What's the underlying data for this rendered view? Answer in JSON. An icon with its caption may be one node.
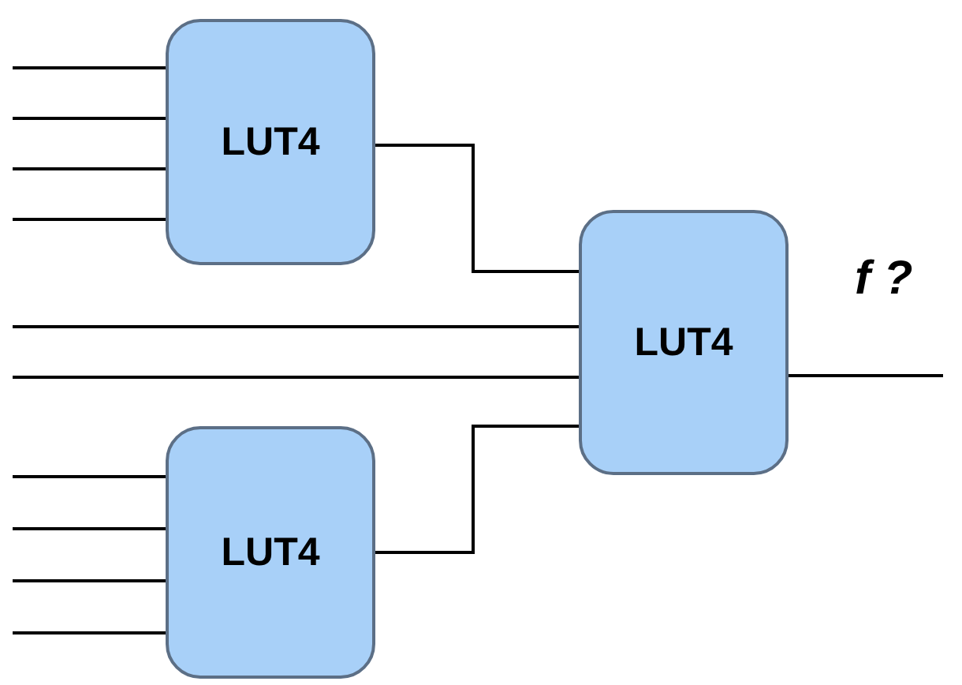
{
  "diagram": {
    "nodes": [
      {
        "text": [
          "LUT4"
        ]
      },
      {
        "text": [
          "LUT4"
        ]
      },
      {
        "text": [
          "LUT4"
        ]
      }
    ],
    "edges": [
      {
        "from": null,
        "to": 0,
        "arrow": "none"
      },
      {
        "from": null,
        "to": 0,
        "arrow": "none"
      },
      {
        "from": null,
        "to": 0,
        "arrow": "none"
      },
      {
        "from": null,
        "to": 0,
        "arrow": "none"
      },
      {
        "from": 0,
        "to": 1,
        "arrow": "none"
      },
      {
        "from": null,
        "to": 1,
        "arrow": "none"
      },
      {
        "from": null,
        "to": 1,
        "arrow": "none"
      },
      {
        "from": null,
        "to": 2,
        "arrow": "none"
      },
      {
        "from": null,
        "to": 2,
        "arrow": "none"
      },
      {
        "from": null,
        "to": 2,
        "arrow": "none"
      },
      {
        "from": null,
        "to": 2,
        "arrow": "none"
      },
      {
        "from": 2,
        "to": 1,
        "arrow": "none"
      },
      {
        "from": 1,
        "to": null,
        "arrow": "none",
        "label": "f ?"
      }
    ]
  }
}
